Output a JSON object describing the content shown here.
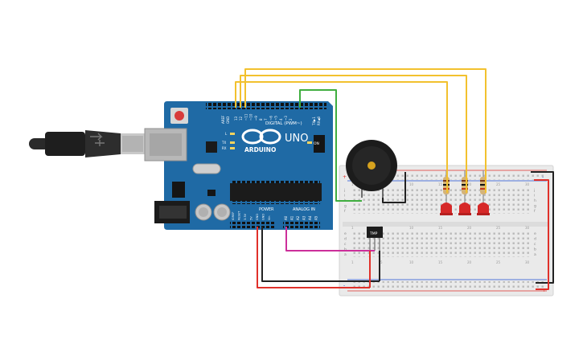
{
  "arduino": {
    "brand": "ARDUINO",
    "model": "UNO",
    "digital_label": "DIGITAL (PWM~)",
    "power_label": "POWER",
    "analog_label": "ANALOG IN",
    "on_label": "ON",
    "tx_label": "TX",
    "rx_label": "RX",
    "l_label": "L",
    "aref_label": "AREF",
    "gnd_label": "GND",
    "tx1_label": "TX▶1",
    "rx0_label": "RX◀0",
    "digital_pins": [
      "13",
      "12",
      "~11",
      "~10",
      "~9",
      "8",
      "7",
      "~6",
      "~5",
      "4",
      "~3",
      "2"
    ],
    "power_pins": [
      "IOREF",
      "RESET",
      "3.3V",
      "5V",
      "GND",
      "GND",
      "Vin"
    ],
    "analog_pins": [
      "A0",
      "A1",
      "A2",
      "A3",
      "A4",
      "A5"
    ],
    "board_color": "#1f6aa5"
  },
  "breadboard": {
    "row_letters_top": [
      "j",
      "i",
      "h",
      "g",
      "f"
    ],
    "row_letters_bottom": [
      "e",
      "d",
      "c",
      "b",
      "a"
    ],
    "column_numbers": [
      "1",
      "5",
      "10",
      "15",
      "20",
      "25",
      "30"
    ],
    "rail_plus": "+",
    "rail_minus": "-"
  },
  "sensor": {
    "label": "TMP"
  },
  "wire_colors": {
    "yellow": "#f2c12e",
    "green": "#3fae3f",
    "red": "#e0302a",
    "black": "#222222",
    "magenta": "#cc2f9a"
  },
  "icons": [
    "usb-cable-icon",
    "buzzer-icon",
    "led-icon",
    "resistor-icon",
    "temperature-sensor-icon",
    "reset-button-icon",
    "power-jack-icon"
  ]
}
